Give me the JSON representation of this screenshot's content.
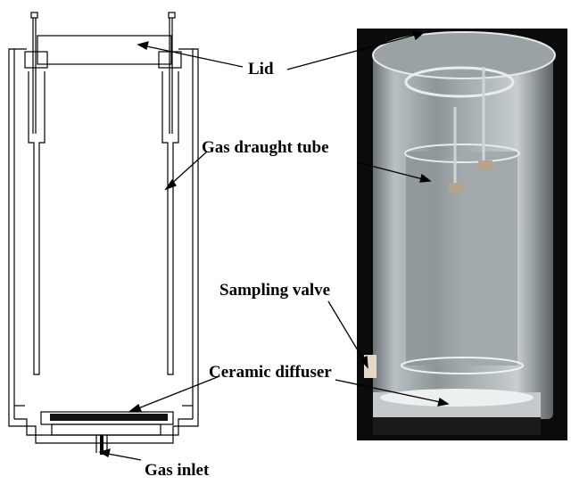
{
  "figure": {
    "labels": {
      "lid": "Lid",
      "gas_draught_tube": "Gas draught tube",
      "sampling_valve": "Sampling valve",
      "ceramic_diffuser": "Ceramic diffuser",
      "gas_inlet": "Gas inlet"
    },
    "colors": {
      "line": "#000000",
      "diffuser_plate": "#111111",
      "photo_background": "#0b0b0b",
      "acrylic_glass": "#c9cfd2"
    }
  }
}
